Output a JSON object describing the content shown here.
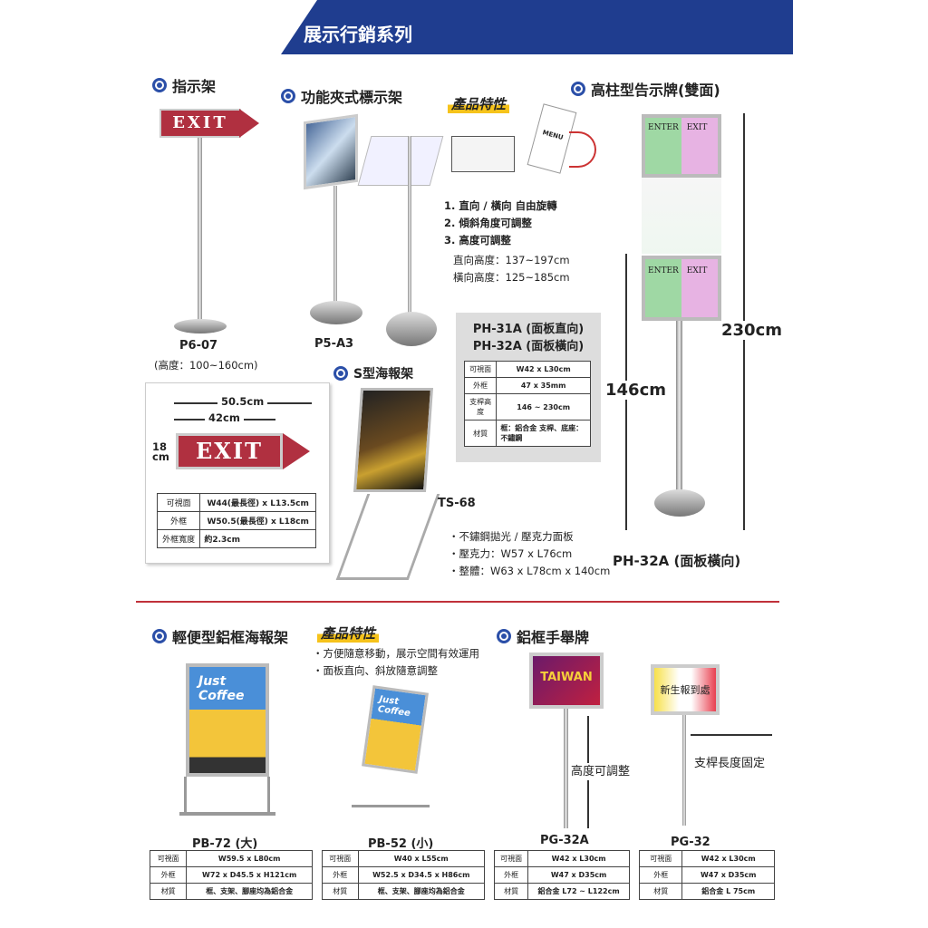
{
  "header": {
    "title": "展示行銷系列"
  },
  "s1": {
    "title": "指示架",
    "sign": "EXIT",
    "model": "P6-07",
    "height": "(高度：100~160cm)",
    "dim_w1": "50.5cm",
    "dim_w2": "42cm",
    "dim_h": "18 cm",
    "table": [
      [
        "可視面",
        "W44(最長徑) x L13.5cm"
      ],
      [
        "外框",
        "W50.5(最長徑) x L18cm"
      ],
      [
        "外框寬度",
        "約2.3cm"
      ]
    ]
  },
  "s2": {
    "title": "功能夾式標示架",
    "model": "P5-A3",
    "features_title": "產品特性",
    "features": [
      "1. 直向 / 橫向 自由旋轉",
      "2. 傾斜角度可調整",
      "3. 高度可調整"
    ],
    "heights": [
      "直向高度：137~197cm",
      "橫向高度：125~185cm"
    ],
    "menu_label": "MENU"
  },
  "ph": {
    "title_1": "PH-31A (面板直向)",
    "title_2": "PH-32A (面板橫向)",
    "table": [
      [
        "可視面",
        "W42 x L30cm"
      ],
      [
        "外框",
        "47 x 35mm"
      ],
      [
        "支桿高度",
        "146 ~ 230cm"
      ],
      [
        "材質",
        "框：鋁合金 支桿、底座：不鏽鋼"
      ]
    ]
  },
  "s3": {
    "title": "S型海報架",
    "model": "TS-68",
    "bullets": [
      "不鏽鋼拋光 / 壓克力面板",
      "壓克力：W57 x L76cm",
      "整體：W63 x L78cm x 140cm"
    ]
  },
  "s4": {
    "title": "高柱型告示牌(雙面)",
    "enter": "ENTER",
    "exit": "EXIT",
    "h1": "146cm",
    "h2": "230cm",
    "model": "PH-32A (面板橫向)"
  },
  "s5": {
    "title": "輕便型鋁框海報架",
    "features_title": "產品特性",
    "bullets": [
      "方便隨意移動，展示空間有效運用",
      "面板直向、斜放隨意調整"
    ],
    "poster": "Just Coffee",
    "m1": "PB-72 (大)",
    "m2": "PB-52 (小)",
    "t1": [
      [
        "可視面",
        "W59.5 x L80cm"
      ],
      [
        "外框",
        "W72 x D45.5 x H121cm"
      ],
      [
        "材質",
        "框、支架、腳座均為鋁合金"
      ]
    ],
    "t2": [
      [
        "可視面",
        "W40 x L55cm"
      ],
      [
        "外框",
        "W52.5 x D34.5 x H86cm"
      ],
      [
        "材質",
        "框、支架、腳座均為鋁合金"
      ]
    ]
  },
  "s6": {
    "title": "鋁框手舉牌",
    "sign1": "TAIWAN",
    "sign2": "新生報到處",
    "adj": "高度可調整",
    "fixed": "支桿長度固定",
    "m1": "PG-32A",
    "m2": "PG-32",
    "t1": [
      [
        "可視面",
        "W42 x L30cm"
      ],
      [
        "外框",
        "W47 x D35cm"
      ],
      [
        "材質",
        "鋁合金 L72 ~ L122cm"
      ]
    ],
    "t2": [
      [
        "可視面",
        "W42 x L30cm"
      ],
      [
        "外框",
        "W47 x D35cm"
      ],
      [
        "材質",
        "鋁合金 L 75cm"
      ]
    ]
  },
  "colors": {
    "blue": "#1f3d8f",
    "red": "#b03040",
    "divider": "#c0313a"
  }
}
